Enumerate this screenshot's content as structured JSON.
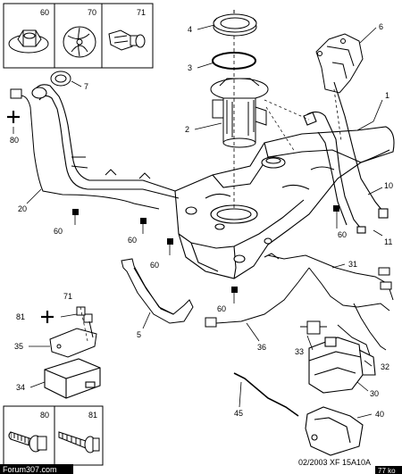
{
  "diagram": {
    "callouts": {
      "c1": "1",
      "c2": "2",
      "c3": "3",
      "c4": "4",
      "c5": "5",
      "c6": "6",
      "c7": "7",
      "c10": "10",
      "c11": "11",
      "c20": "20",
      "c30": "30",
      "c31": "31",
      "c32": "32",
      "c33": "33",
      "c34": "34",
      "c35": "35",
      "c36": "36",
      "c40": "40",
      "c45": "45",
      "c60a": "60",
      "c60b": "60",
      "c60c": "60",
      "c60d": "60",
      "c60e": "60",
      "c71": "71",
      "c80": "80",
      "c81": "81"
    },
    "insets_top": {
      "b60": "60",
      "b70": "70",
      "b71": "71"
    },
    "insets_bottom": {
      "b80": "80",
      "b81": "81"
    }
  },
  "footer": {
    "site": "Forum307.com",
    "ref": "02/2003  XF 15A10A",
    "size": "77 ko"
  }
}
